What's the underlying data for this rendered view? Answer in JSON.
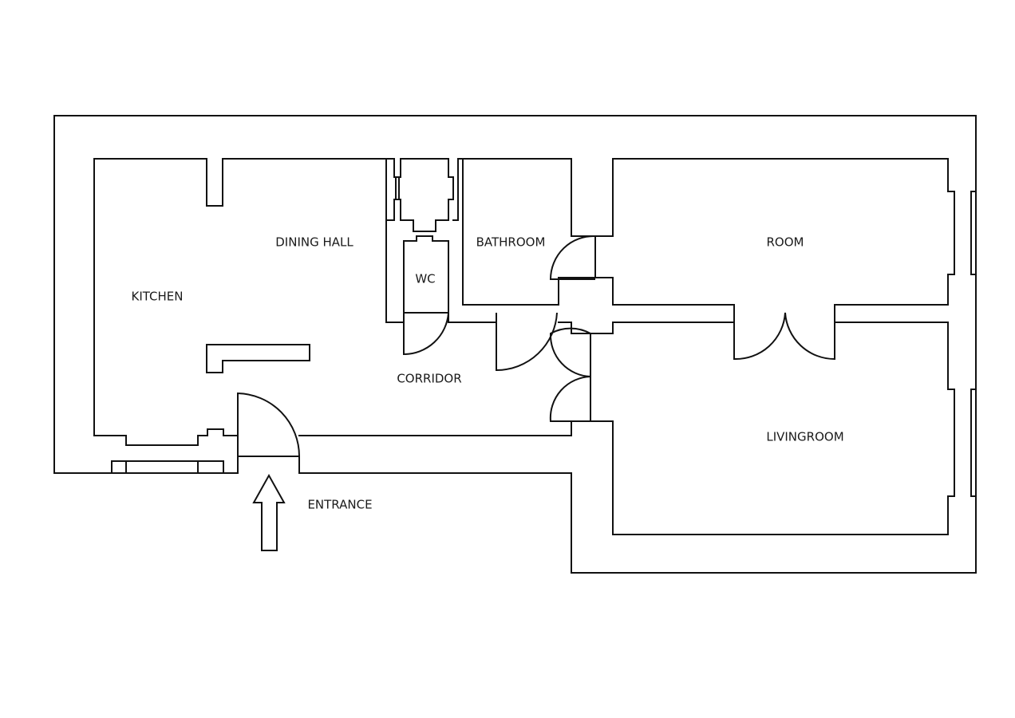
{
  "rooms": {
    "kitchen": "KITCHEN",
    "dining_hall": "DINING HALL",
    "wc": "WC",
    "bathroom": "BATHROOM",
    "room": "ROOM",
    "corridor": "CORRIDOR",
    "livingroom": "LIVINGROOM",
    "entrance": "ENTRANCE"
  },
  "colors": {
    "line": "#111111",
    "background": "#ffffff"
  }
}
